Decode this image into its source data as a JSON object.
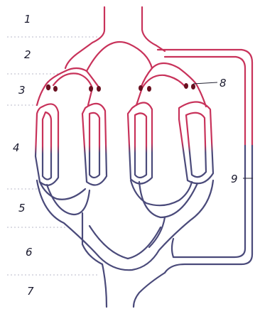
{
  "zone_labels": [
    "1",
    "2",
    "3",
    "4",
    "5",
    "6",
    "7"
  ],
  "callouts": [
    "8",
    "9"
  ],
  "colors": {
    "arterial": "#c8325a",
    "venous": "#4a4a7a",
    "sphincter": "#6a1020",
    "label": "#1a1a2e",
    "divider": "#b8b8c8"
  }
}
